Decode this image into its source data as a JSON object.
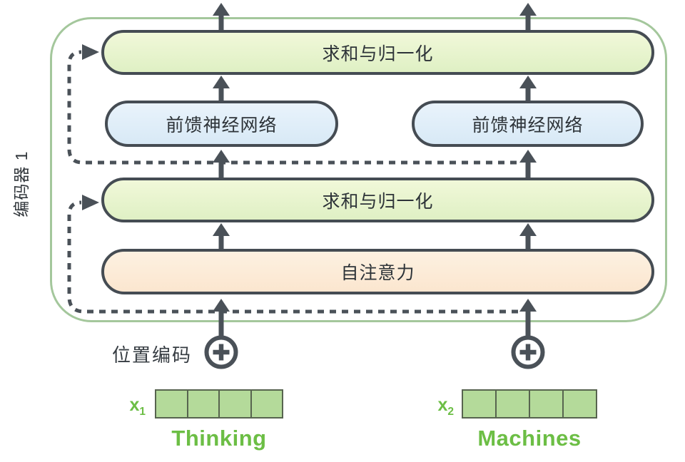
{
  "encoder": {
    "label": "编码器 1"
  },
  "blocks": {
    "add_norm_top": "求和与归一化",
    "ffn_left": "前馈神经网络",
    "ffn_right": "前馈神经网络",
    "add_norm_mid": "求和与归一化",
    "self_attention": "自注意力"
  },
  "positional_encoding": {
    "label": "位置编码"
  },
  "inputs": [
    {
      "label": "x",
      "sub": "1",
      "word": "Thinking",
      "cells": 4
    },
    {
      "label": "x",
      "sub": "2",
      "word": "Machines",
      "cells": 4
    }
  ],
  "colors": {
    "outer_border": "#a4c79c",
    "pill_border": "#454c53",
    "arrow": "#4a5158",
    "add_norm_fill_top": "#f1f8d9",
    "add_norm_fill_bottom": "#dff0c4",
    "ffn_fill_top": "#e9f3fb",
    "ffn_fill_bottom": "#d8e9f6",
    "attention_fill_top": "#fdf1e1",
    "attention_fill_bottom": "#fbe6cf",
    "embedding_fill": "#b4da9a",
    "embedding_border": "#57644f",
    "green_text": "#6cbe45"
  }
}
